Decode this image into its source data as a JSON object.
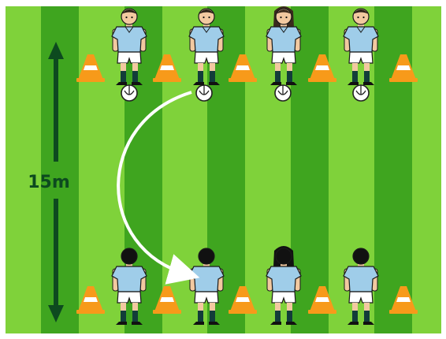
{
  "drill": {
    "distance_label": "15m",
    "colors": {
      "pitch_light": "#7fd23a",
      "pitch_dark": "#3fa51f",
      "cone": "#f79a1a",
      "cone_stripe": "#ffffff",
      "shirt": "#9fcde9",
      "shorts": "#ffffff",
      "socks": "#123d3a",
      "arrow_distance": "#0d4a1f",
      "arrow_pass": "#ffffff",
      "ball": "#ffffff"
    },
    "top_row": {
      "players": [
        {
          "label": "player-top-1",
          "hair": "#2a2016",
          "facing": "front"
        },
        {
          "label": "player-top-2",
          "hair": "#2a2016",
          "facing": "front"
        },
        {
          "label": "player-top-3",
          "hair": "#3a2a1c",
          "facing": "front",
          "long_hair": true
        },
        {
          "label": "player-top-4",
          "hair": "#2a2016",
          "facing": "front"
        }
      ],
      "balls": 4,
      "cones": 5
    },
    "bottom_row": {
      "players": [
        {
          "label": "player-bottom-1",
          "hair": "#111111",
          "facing": "back"
        },
        {
          "label": "player-bottom-2",
          "hair": "#111111",
          "facing": "back"
        },
        {
          "label": "player-bottom-3",
          "hair": "#111111",
          "facing": "back",
          "long_hair": true
        },
        {
          "label": "player-bottom-4",
          "hair": "#111111",
          "facing": "back"
        }
      ],
      "cones": 5
    },
    "pass_arrow": {
      "from": "top-row-ball-2",
      "to": "bottom-row-player-2"
    }
  }
}
